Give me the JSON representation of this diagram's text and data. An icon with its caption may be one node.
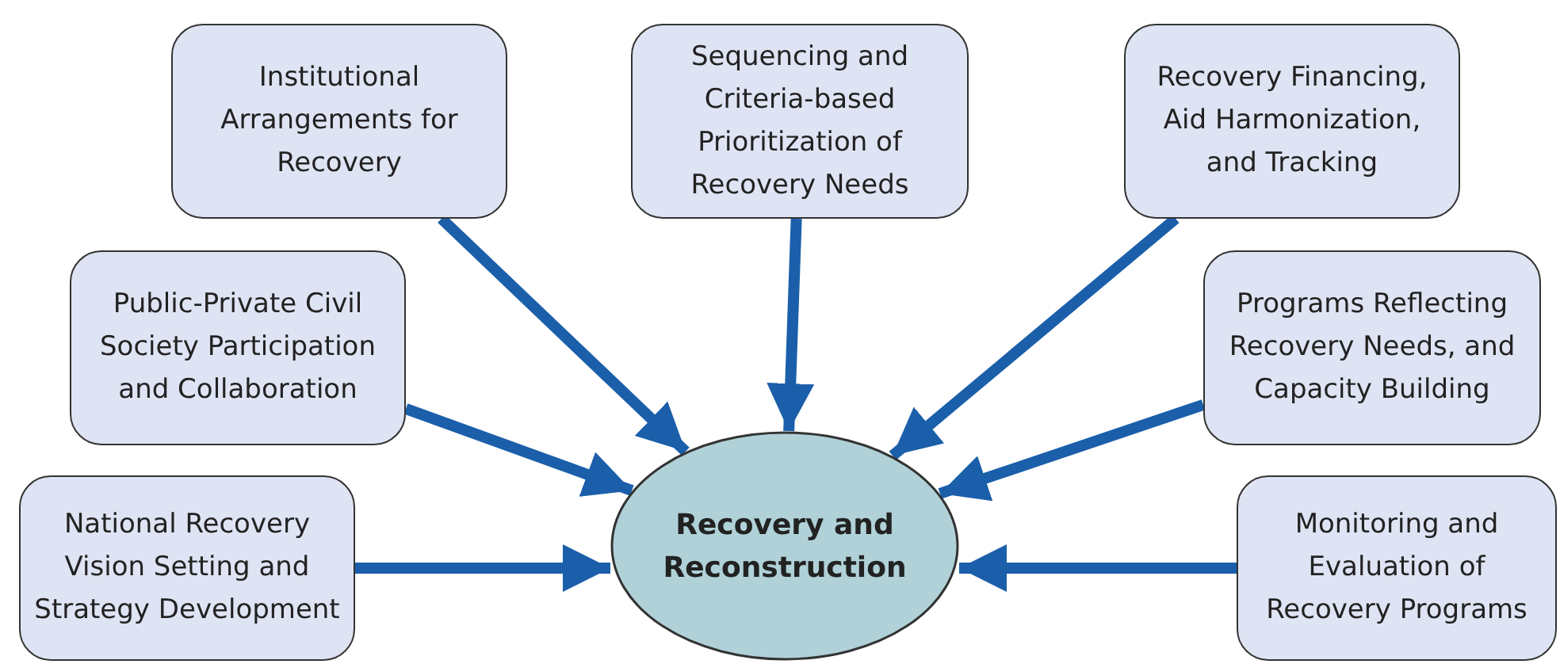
{
  "diagram": {
    "nodes": [
      {
        "text": [
          "Institutional Arrangements for Recovery"
        ]
      },
      {
        "text": [
          "Sequencing and Criteria-based Prioritization of Recovery Needs"
        ]
      },
      {
        "text": [
          "Recovery Financing, Aid Harmonization, and Tracking"
        ]
      },
      {
        "text": [
          "Public-Private Civil Society Participation and Collaboration"
        ]
      },
      {
        "text": [
          "Programs Reflecting Recovery Needs, and Capacity Building"
        ]
      },
      {
        "text": [
          "National Recovery Vision Setting and Strategy Development"
        ]
      },
      {
        "text": [
          "Recovery and Reconstruction"
        ]
      },
      {
        "text": [
          "Monitoring and Evaluation of Recovery Programs"
        ]
      }
    ],
    "edges": [
      {
        "from": 0,
        "to": 6,
        "arrow": "to"
      },
      {
        "from": 1,
        "to": 6,
        "arrow": "to"
      },
      {
        "from": 2,
        "to": 6,
        "arrow": "to"
      },
      {
        "from": 3,
        "to": 6,
        "arrow": "to"
      },
      {
        "from": 4,
        "to": 6,
        "arrow": "to"
      },
      {
        "from": 5,
        "to": 6,
        "arrow": "to"
      },
      {
        "from": 7,
        "to": 6,
        "arrow": "to"
      }
    ]
  }
}
